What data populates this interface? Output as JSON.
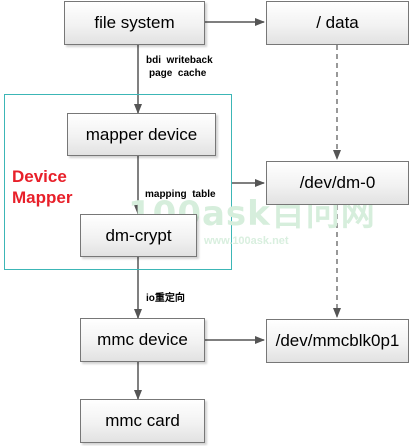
{
  "boxes": {
    "file_system": "file system",
    "data": "/ data",
    "mapper_device": "mapper device",
    "dev_dm0": "/dev/dm-0",
    "dm_crypt": "dm-crypt",
    "mmc_device": "mmc device",
    "dev_mmcblk0p1": "/dev/mmcblk0p1",
    "mmc_card": "mmc card"
  },
  "edge_labels": {
    "bdi_line1": "bdi  writeback",
    "bdi_line2": "page  cache",
    "mapping_table": "mapping  table",
    "io_redirect": "io重定向"
  },
  "group": {
    "title_line1": "Device",
    "title_line2": "Mapper"
  },
  "watermark": {
    "logo_text": "100ask",
    "logo_cn": "百问网",
    "url": "www.100ask.net"
  },
  "colors": {
    "group_border": "#3cb6b6",
    "group_title": "#e8202a",
    "watermark": "#cfe9d5"
  }
}
